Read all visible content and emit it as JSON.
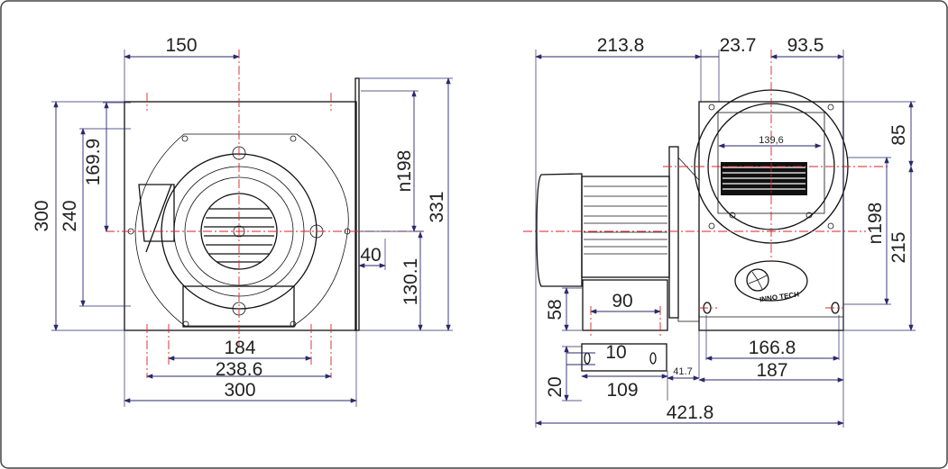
{
  "front_view": {
    "dims": {
      "top_width_half": "150",
      "height_total": "300",
      "mount_height": "240",
      "center_height_upper": "169.9",
      "overall_height": "331",
      "outlet_height": "n198",
      "flange_offset": "40",
      "center_from_base": "130.1",
      "mount_width_inner": "184",
      "mount_width_outer": "238.6",
      "base_width": "300"
    }
  },
  "side_view": {
    "dims": {
      "motor_length": "213.8",
      "offset": "23.7",
      "half_housing": "93.5",
      "upper_height": "85",
      "outlet_height": "n198",
      "center_height": "215",
      "impeller_width": "139,6",
      "motor_foot_height": "58",
      "motor_foot_spacing": "90",
      "slot_width": "10",
      "slot_offset": "41.7",
      "foot_thickness": "20",
      "foot_length": "109",
      "base_hole_spacing": "166.8",
      "base_width": "187",
      "overall_length": "421.8"
    },
    "logo_text": "INNO TECH"
  },
  "colors": {
    "dimension": "#2a2a6a",
    "centerline": "#dd2222",
    "outline": "#111111"
  }
}
